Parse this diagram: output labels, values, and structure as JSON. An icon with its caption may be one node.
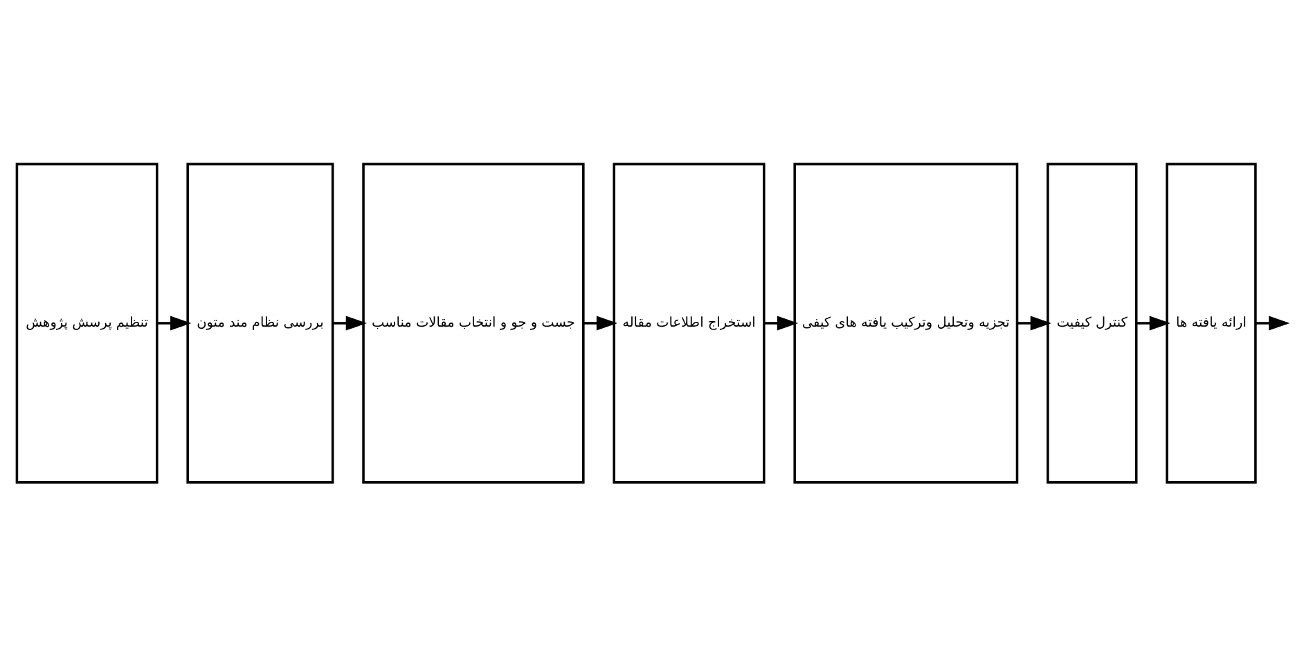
{
  "diagram": {
    "nodes": [
      {
        "text": [
          "تنظیم پرسش پژوهش"
        ]
      },
      {
        "text": [
          "بررسی نظام مند متون"
        ]
      },
      {
        "text": [
          "جست و جو و انتخاب مقالات مناسب"
        ]
      },
      {
        "text": [
          "استخراج اطلاعات مقاله"
        ]
      },
      {
        "text": [
          "تجزیه وتحلیل وترکیب یافته های کیفی"
        ]
      },
      {
        "text": [
          "کنترل کیفیت"
        ]
      },
      {
        "text": [
          "ارائه یافته ها"
        ]
      }
    ],
    "edges": [
      {
        "from": 0,
        "to": 1,
        "arrow": "to"
      },
      {
        "from": 1,
        "to": 2,
        "arrow": "to"
      },
      {
        "from": 2,
        "to": 3,
        "arrow": "to"
      },
      {
        "from": 3,
        "to": 4,
        "arrow": "to"
      },
      {
        "from": 4,
        "to": 5,
        "arrow": "to"
      },
      {
        "from": 5,
        "to": 6,
        "arrow": "to"
      },
      {
        "from": 6,
        "to": null,
        "arrow": "to"
      }
    ]
  }
}
